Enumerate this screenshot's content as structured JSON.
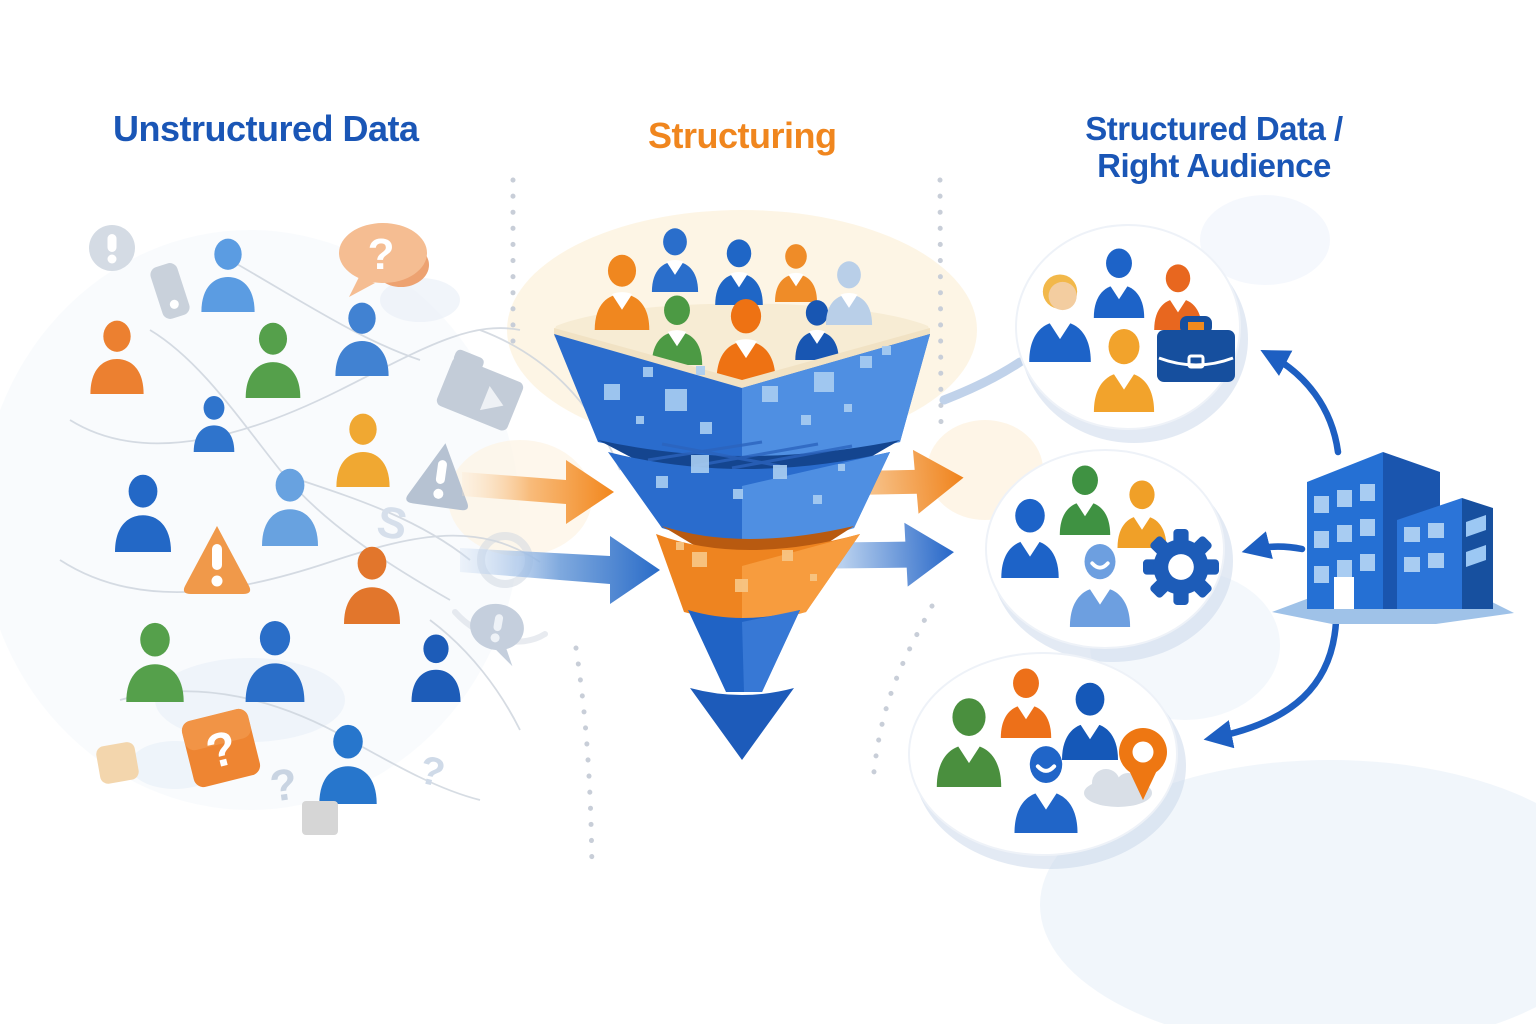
{
  "stages": {
    "left": {
      "title": "Unstructured Data",
      "title_color": "#1a56b6"
    },
    "middle": {
      "title": "Structuring",
      "title_color": "#f0861e"
    },
    "right": {
      "title_line1": "Structured Data /",
      "title_line2": "Right Audience",
      "title_color": "#1a56b6"
    }
  },
  "left_cluster": {
    "description_icons": [
      "person-icon",
      "question-bubble-icon",
      "warning-triangle-icon",
      "alert-circle-icon",
      "phone-icon",
      "file-icon",
      "question-square-icon",
      "exclamation-bubble-icon",
      "sticky-square-icon",
      "connector-lines"
    ],
    "people_colors": [
      "#5b9ce2",
      "#ec8030",
      "#55a04b",
      "#2f74cc",
      "#4182d2",
      "#f0a832",
      "#2368c6",
      "#68a2e0",
      "#e2762c",
      "#55a04b",
      "#2a6ec8",
      "#1d5cb8",
      "#2776cc"
    ]
  },
  "funnel": {
    "entering_people_colors": [
      "#f0871f",
      "#2a6ecb",
      "#4c9a44",
      "#1f66c6",
      "#ee7213",
      "#ef8c28",
      "#1856b2",
      "#b9cfe8"
    ],
    "tier_colors": [
      "#2a6ccd",
      "#2a6ccd",
      "#ee8420"
    ],
    "spout_color": "#1d5bba",
    "inflow_arrow_colors": [
      "#f5871d",
      "#2a6cc8"
    ],
    "outflow_arrow_colors": [
      "#f0831c",
      "#2767c8"
    ]
  },
  "audience_groups": [
    {
      "badge_icon": "briefcase-icon",
      "badge_color": "#164f9e",
      "member_colors": [
        "#1d63c8",
        "#e8671f",
        "#f2b84a",
        "#f2a32c"
      ]
    },
    {
      "badge_icon": "gear-icon",
      "badge_color": "#1d5cb8",
      "member_colors": [
        "#3f9242",
        "#f0a028",
        "#1d63c8",
        "#6d9fe0"
      ]
    },
    {
      "badge_icon": "location-pin-icon",
      "badge_color": "#ee7712",
      "member_colors": [
        "#ed7019",
        "#1558b8",
        "#4a8f3e",
        "#2065c8"
      ]
    }
  ],
  "company": {
    "icon": "building-icon",
    "color": "#2570d4"
  },
  "palette": {
    "blue_dark": "#1a56b6",
    "blue_mid": "#2a6ccd",
    "blue_light": "#a8ccf2",
    "orange": "#f0861e",
    "green": "#55a04b",
    "gray_faded": "#c9d2de",
    "cream": "#f7ecd4"
  }
}
